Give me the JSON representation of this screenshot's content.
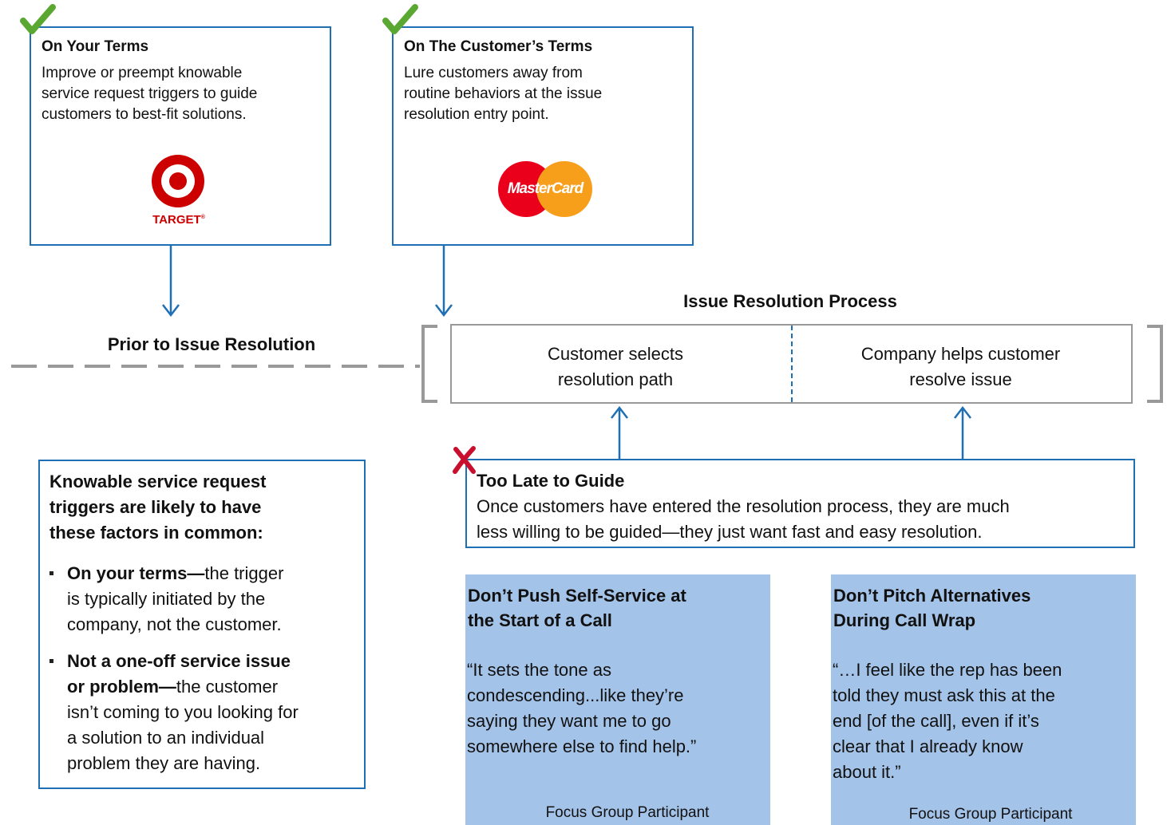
{
  "top_left": {
    "title": "On Your Terms",
    "body": "Improve or preempt knowable\nservice request triggers to guide\ncustomers to best-fit solutions.",
    "logo_text": "TARGET",
    "logo_mark": "®"
  },
  "top_right": {
    "title": "On The Customer’s Terms",
    "body": "Lure customers away from\nroutine behaviors at the issue\nresolution entry point.",
    "logo_text": "MasterCard"
  },
  "prior_label": "Prior to Issue Resolution",
  "process": {
    "title": "Issue Resolution Process",
    "step1": "Customer selects\nresolution path",
    "step2": "Company helps customer\nresolve issue"
  },
  "too_late": {
    "title": "Too Late to Guide",
    "body": "Once customers have entered the resolution process, they are much\nless willing to be guided—they just want fast and easy resolution."
  },
  "factors": {
    "heading": "Knowable service request\ntriggers are likely to have\nthese factors in common:",
    "items": [
      {
        "bold": "On your terms—",
        "text": "the trigger\nis typically initiated by the\ncompany, not the customer."
      },
      {
        "bold": "Not a one-off service issue\nor problem—",
        "text": "the customer\nisn’t coming to you looking for\na solution to an individual\nproblem they are having."
      }
    ]
  },
  "quote_left": {
    "title": "Don’t Push Self-Service  at\nthe Start of a Call",
    "quote": "“It sets the tone as\n condescending...like they’re\n saying they want me to go\n somewhere else to find help.”",
    "attribution": "Focus Group Participant"
  },
  "quote_right": {
    "title": "Don’t Pitch Alternatives\nDuring Call Wrap",
    "quote": "“…I feel like the rep has been\n told they must ask this at the\n end [of the call], even if it’s\n clear that I already know\n about it.”",
    "attribution": "Focus Group Participant"
  },
  "colors": {
    "box_border": "#1f6fb5",
    "check": "#5aa832",
    "cross": "#c8102e",
    "quote_bg": "#a4c3e8",
    "bracket": "#999999",
    "target_red": "#cc0000",
    "mc_red": "#eb001b",
    "mc_yellow": "#f79e1b"
  }
}
